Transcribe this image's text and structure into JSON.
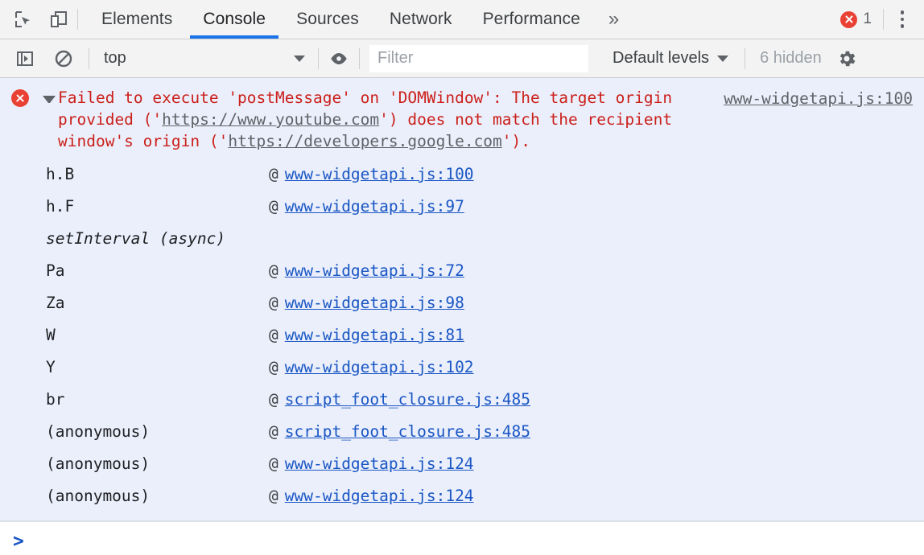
{
  "tabbar": {
    "icons": [
      {
        "name": "inspect-element-icon",
        "title": "Inspect element"
      },
      {
        "name": "device-toolbar-icon",
        "title": "Toggle device toolbar"
      }
    ],
    "tabs": [
      {
        "label": "Elements",
        "active": false
      },
      {
        "label": "Console",
        "active": true
      },
      {
        "label": "Sources",
        "active": false
      },
      {
        "label": "Network",
        "active": false
      },
      {
        "label": "Performance",
        "active": false
      }
    ],
    "more_label": "»",
    "error_count": "1",
    "error_icon": "error-circle-icon",
    "menu_icon": "kebab-menu-icon",
    "active_tab_underline_color": "#1a73e8",
    "error_color": "#e94235"
  },
  "consolebar": {
    "sidebar_toggle_icon": "console-sidebar-icon",
    "clear_icon": "clear-console-icon",
    "context_value": "top",
    "eye_icon": "live-expression-eye-icon",
    "filter_placeholder": "Filter",
    "filter_value": "",
    "levels_label": "Default levels",
    "hidden_label": "6 hidden",
    "gear_icon": "settings-gear-icon"
  },
  "message": {
    "icon": "error-circle-icon",
    "expanded": true,
    "source": "www-widgetapi.js:100",
    "parts": [
      {
        "t": "Failed to execute 'postMessage' on 'DOMWindow': The target origin provided ('",
        "link": false
      },
      {
        "t": "https://www.youtube.com",
        "link": true
      },
      {
        "t": "') does not match the recipient window's origin ('",
        "link": false
      },
      {
        "t": "https://developers.google.com",
        "link": true
      },
      {
        "t": "').",
        "link": false
      }
    ],
    "text_color": "#cc1f1a",
    "background": "#eaeffb",
    "frames": [
      {
        "fn": "h.B",
        "at": "@",
        "loc": "www-widgetapi.js:100",
        "async": false
      },
      {
        "fn": "h.F",
        "at": "@",
        "loc": "www-widgetapi.js:97",
        "async": false
      },
      {
        "fn": "setInterval (async)",
        "at": "",
        "loc": "",
        "async": true
      },
      {
        "fn": "Pa",
        "at": "@",
        "loc": "www-widgetapi.js:72",
        "async": false
      },
      {
        "fn": "Za",
        "at": "@",
        "loc": "www-widgetapi.js:98",
        "async": false
      },
      {
        "fn": "W",
        "at": "@",
        "loc": "www-widgetapi.js:81",
        "async": false
      },
      {
        "fn": "Y",
        "at": "@",
        "loc": "www-widgetapi.js:102",
        "async": false
      },
      {
        "fn": "br",
        "at": "@",
        "loc": "script_foot_closure.js:485",
        "async": false
      },
      {
        "fn": "(anonymous)",
        "at": "@",
        "loc": "script_foot_closure.js:485",
        "async": false
      },
      {
        "fn": "(anonymous)",
        "at": "@",
        "loc": "www-widgetapi.js:124",
        "async": false
      },
      {
        "fn": "(anonymous)",
        "at": "@",
        "loc": "www-widgetapi.js:124",
        "async": false
      }
    ],
    "link_color": "#1a56c4"
  },
  "prompt": {
    "chevron": ">",
    "value": "",
    "placeholder": ""
  }
}
